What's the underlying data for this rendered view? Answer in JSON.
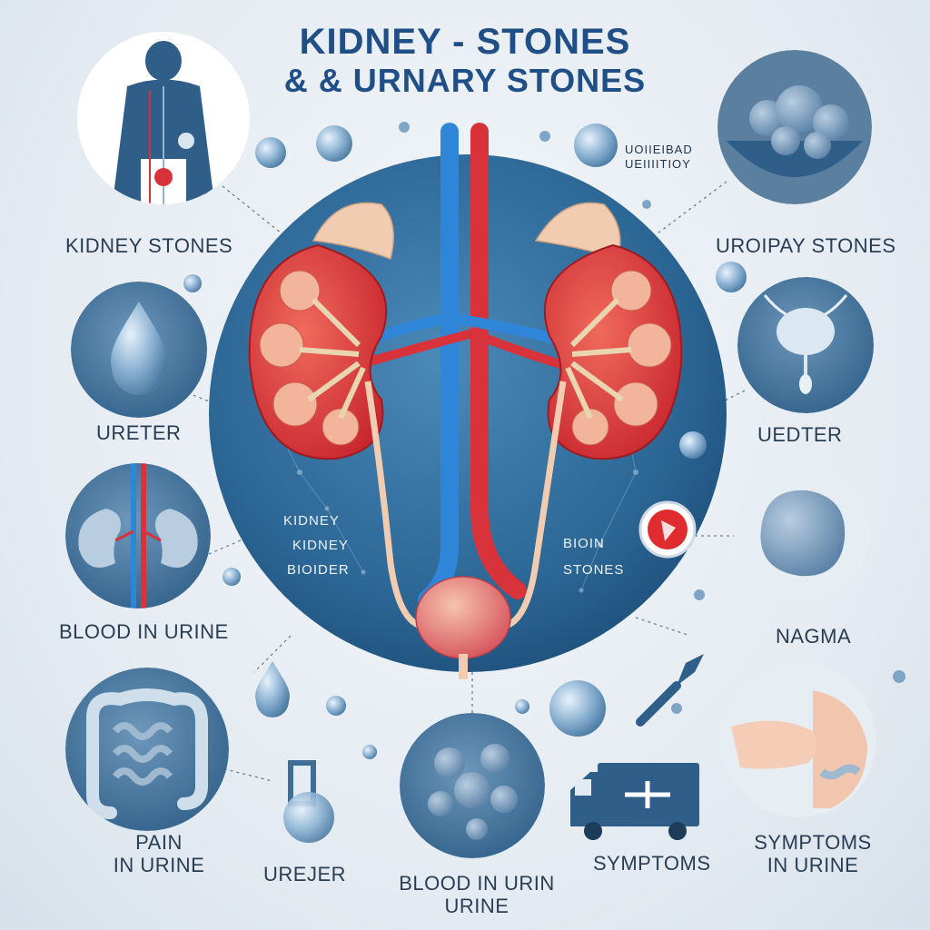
{
  "header": {
    "title_line1": "KIDNEY - STONES",
    "title_line2": "& & URNARY STONES"
  },
  "labels": {
    "kidney_stones": "KIDNEY STONES",
    "urinary_stones": "UROIPAY STONES",
    "ureter_left": "URETER",
    "ureter_right": "UEDTER",
    "blood_in_urine_left": "BLOOD IN URINE",
    "nasma": "NAGMA",
    "pain_line1": "PAIN",
    "pain_line2": "IN URINE",
    "ureter_bottom": "UREJER",
    "blood_bottom_line1": "BLOOD IN URIN",
    "blood_bottom_line2": "URINE",
    "symptoms": "SYMPTOMS",
    "symptoms_urine_line1": "SYMPTOMS",
    "symptoms_urine_line2": "IN URINE"
  },
  "center_labels": {
    "left_line1": "KIDNEY",
    "left_line2": "KIDNEY",
    "left_line3": "BIOIDER",
    "right_line1": "BIOIN",
    "right_line2": "STONES"
  },
  "note": {
    "line1": "UOIIEIBAD",
    "line2": "UEIIIITIOY"
  },
  "colors": {
    "title": "#1f4f86",
    "center_circle": "#2f6f9f",
    "kidney_red": "#d8373a",
    "vein_blue": "#2f86d8",
    "artery_red": "#d8333a",
    "disc_blue": "#3f6f95"
  }
}
